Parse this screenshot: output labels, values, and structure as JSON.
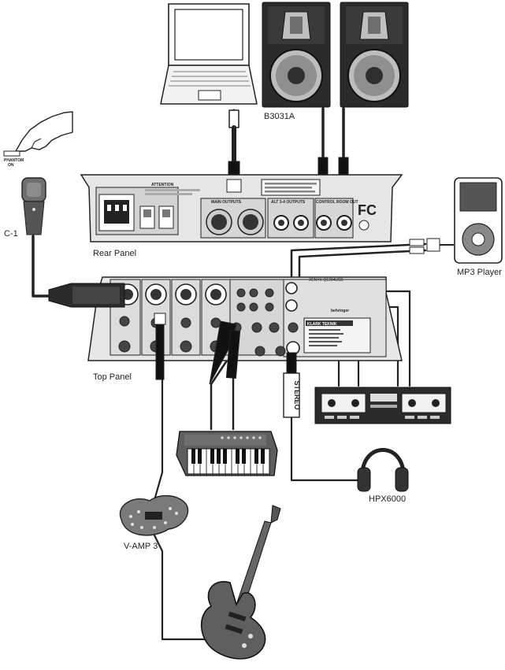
{
  "labels": {
    "phantom": "PHANTOM",
    "phantom_on": "ON",
    "speakers": "B3031A",
    "mic": "C-1",
    "rear_panel": "Rear Panel",
    "top_panel": "Top Panel",
    "mp3": "MP3 Player",
    "headphones": "HPX6000",
    "vamp": "V-AMP 3",
    "stereo": "STEREO"
  },
  "rear_panel_text": {
    "attention": "ATTENTION",
    "main_outputs": "MAIN OUTPUTS",
    "alt_outputs": "ALT 3-4 OUTPUTS",
    "control_room": "CONTROL ROOM OUT",
    "fcc": "FC"
  },
  "top_panel_text": {
    "brand": "behringer",
    "klark": "KLARK TEKNIK",
    "model": "XENYX Q1204USB"
  },
  "colors": {
    "line": "#222222",
    "panel": "#e6e6e6",
    "panel_dark": "#9a9a9a",
    "speaker_body": "#2b2b2b",
    "cone": "#8f8f8f",
    "cable": "#111111"
  }
}
